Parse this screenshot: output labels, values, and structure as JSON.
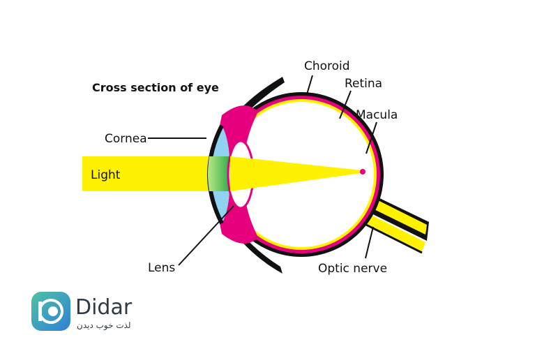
{
  "title": "Cross section of eye",
  "labels": {
    "choroid": "Choroid",
    "retina": "Retina",
    "macula": "Macula",
    "cornea": "Cornea",
    "light": "Light",
    "lens": "Lens",
    "optic_nerve": "Optic nerve"
  },
  "logo": {
    "name": "Didar",
    "tagline": "لذت خوب دیدن",
    "icon": "eye-logo-icon"
  },
  "colors": {
    "sclera": "#111111",
    "choroid_tissue": "#e6007e",
    "retina_layer": "#fff200",
    "light_beam": "#fff200",
    "cornea": "#8fd3f0",
    "logo_gradient_start": "#4fc3a1",
    "logo_gradient_end": "#2f7fd8"
  }
}
